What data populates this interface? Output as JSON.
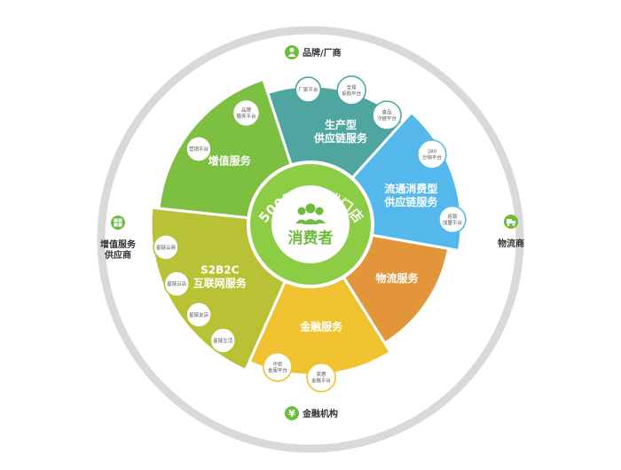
{
  "center": {
    "ring_text": "500万家终端门店",
    "label": "消费者"
  },
  "segments": [
    {
      "id": "supply-chain-production",
      "lines": [
        "生产型",
        "供应链服务"
      ],
      "color": "#4fa6a1",
      "subs": [
        [
          "厂家平台"
        ],
        [
          "全球",
          "采购平台"
        ],
        [
          "食品",
          "冷链平台"
        ]
      ]
    },
    {
      "id": "supply-chain-circulation",
      "lines": [
        "流通消费型",
        "供应链服务"
      ],
      "color": "#55b8ec",
      "subs": [
        [
          "380",
          "分销平台"
        ],
        [
          "连锁",
          "加盟平台"
        ]
      ]
    },
    {
      "id": "logistics-service",
      "lines": [
        "物流服务"
      ],
      "color": "#e3953a",
      "subs": []
    },
    {
      "id": "finance-service",
      "lines": [
        "金融服务"
      ],
      "color": "#f0c22f",
      "subs": [
        [
          "中农",
          "金服平台"
        ],
        [
          "卖惠",
          "金融平台"
        ]
      ]
    },
    {
      "id": "s2b2c-service",
      "lines": [
        "S2B2C",
        "互联网服务"
      ],
      "color": "#b9c234",
      "subs": [
        [
          "星链云商"
        ],
        [
          "星链云店"
        ],
        [
          "星链友店"
        ],
        [
          "星链生活"
        ]
      ]
    },
    {
      "id": "value-added-service",
      "lines": [
        "增值服务"
      ],
      "color": "#7dbf40",
      "subs": [
        [
          "品牌",
          "服务平台"
        ],
        [
          "营销平台"
        ]
      ]
    }
  ],
  "externals": [
    {
      "id": "brand-manufacturer",
      "label": [
        "品牌/厂商"
      ],
      "icon": "person-icon"
    },
    {
      "id": "logistics-provider",
      "label": [
        "物流商"
      ],
      "icon": "delivery-truck-icon"
    },
    {
      "id": "financial-institution",
      "label": [
        "金融机构"
      ],
      "icon": "yen-icon"
    },
    {
      "id": "value-added-provider",
      "label": [
        "增值服务",
        "供应商"
      ],
      "icon": "grid-icon"
    }
  ]
}
